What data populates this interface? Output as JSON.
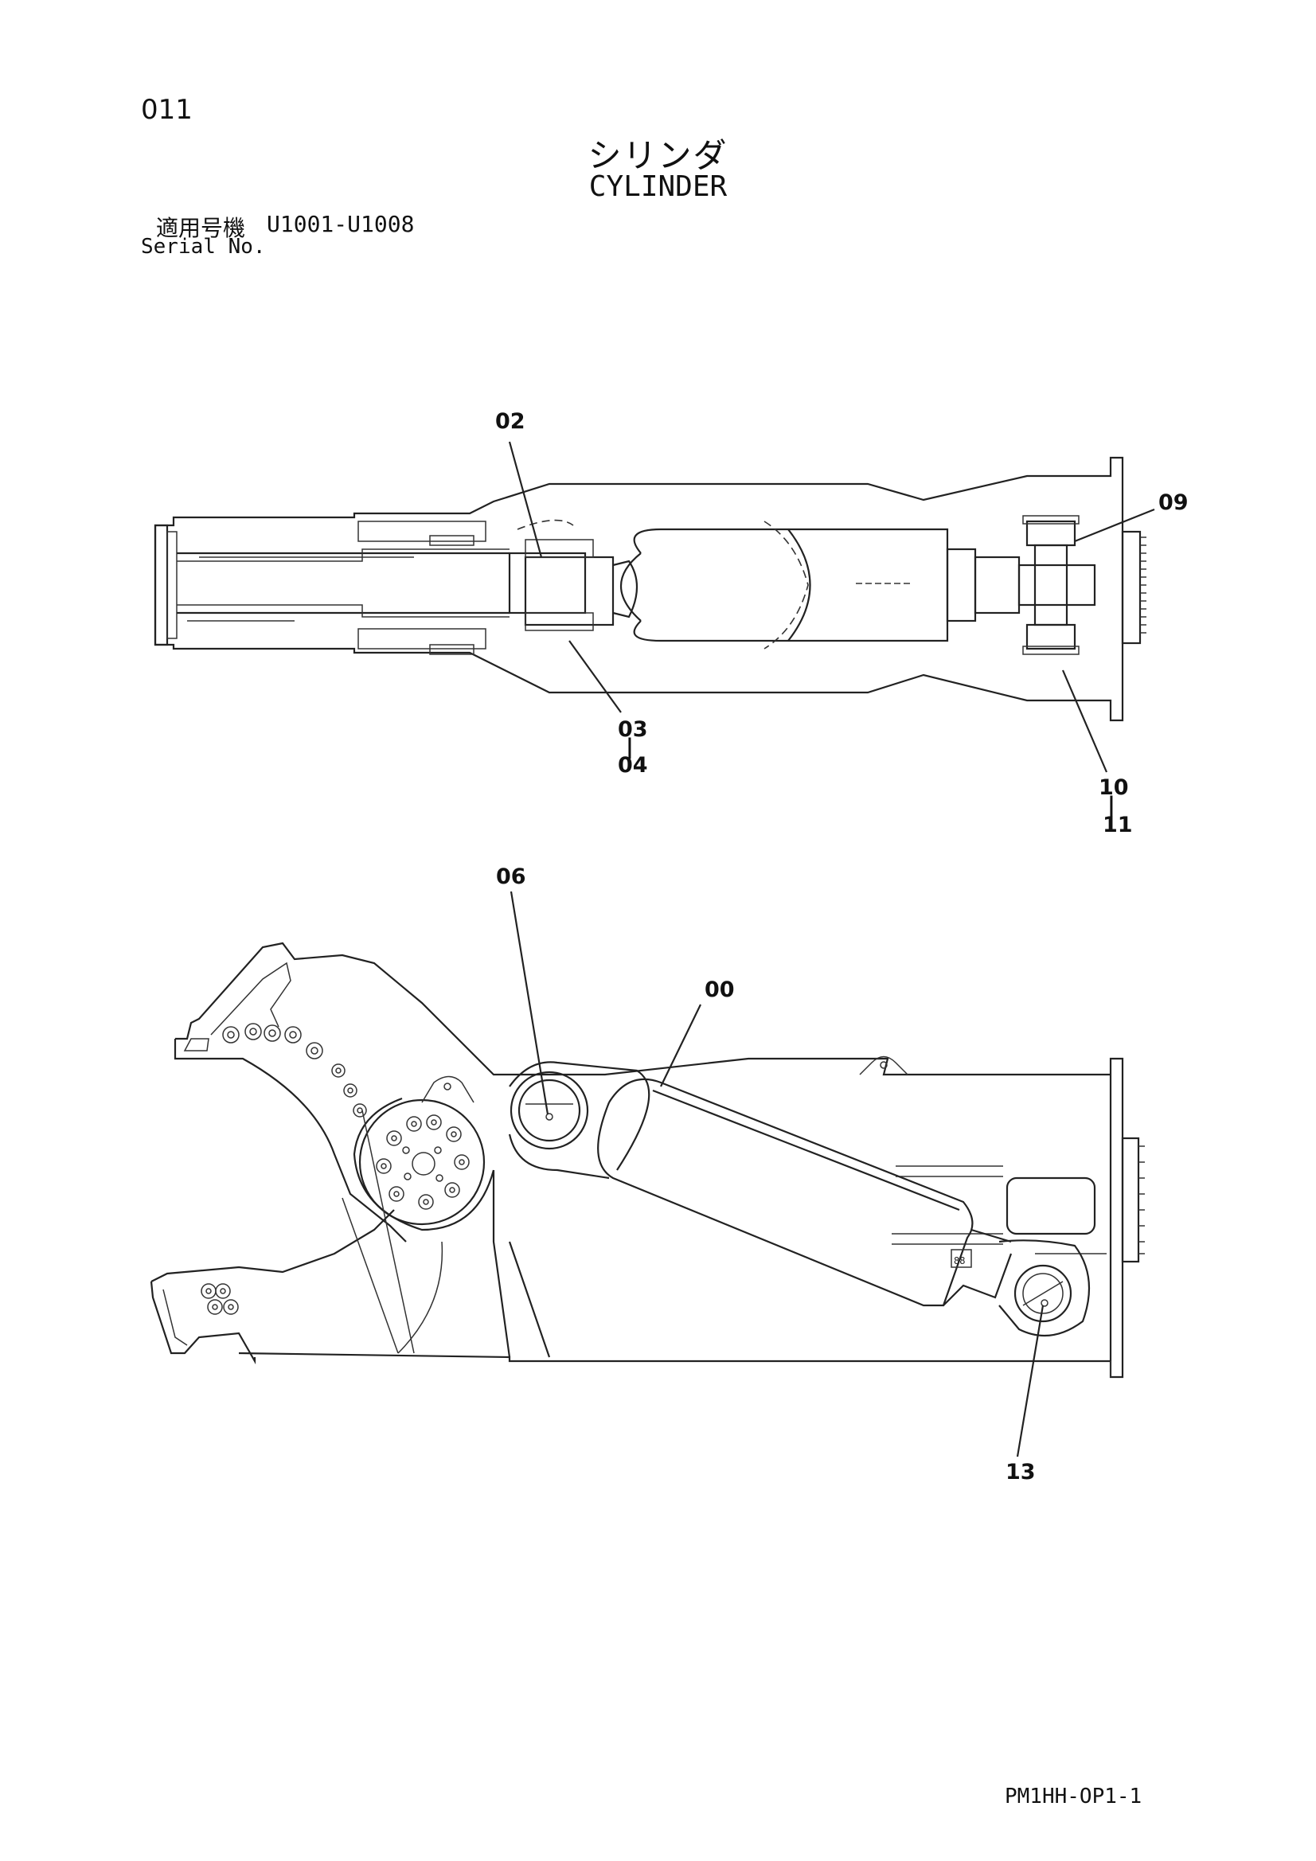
{
  "header": {
    "page_number": "011",
    "title_jp": "シリンダ",
    "title_en": "CYLINDER",
    "serial_label_jp": "適用号機",
    "serial_range": "U1001-U1008",
    "serial_label_en": "Serial No."
  },
  "callouts": {
    "top_view": {
      "c02": "02",
      "c03": "03",
      "c04": "04",
      "c09": "09",
      "c10": "10",
      "c11": "11",
      "range_sep": "|"
    },
    "side_view": {
      "c06": "06",
      "c00": "00",
      "c13": "13"
    }
  },
  "footer": {
    "doc_code": "PM1HH-OP1-1"
  }
}
